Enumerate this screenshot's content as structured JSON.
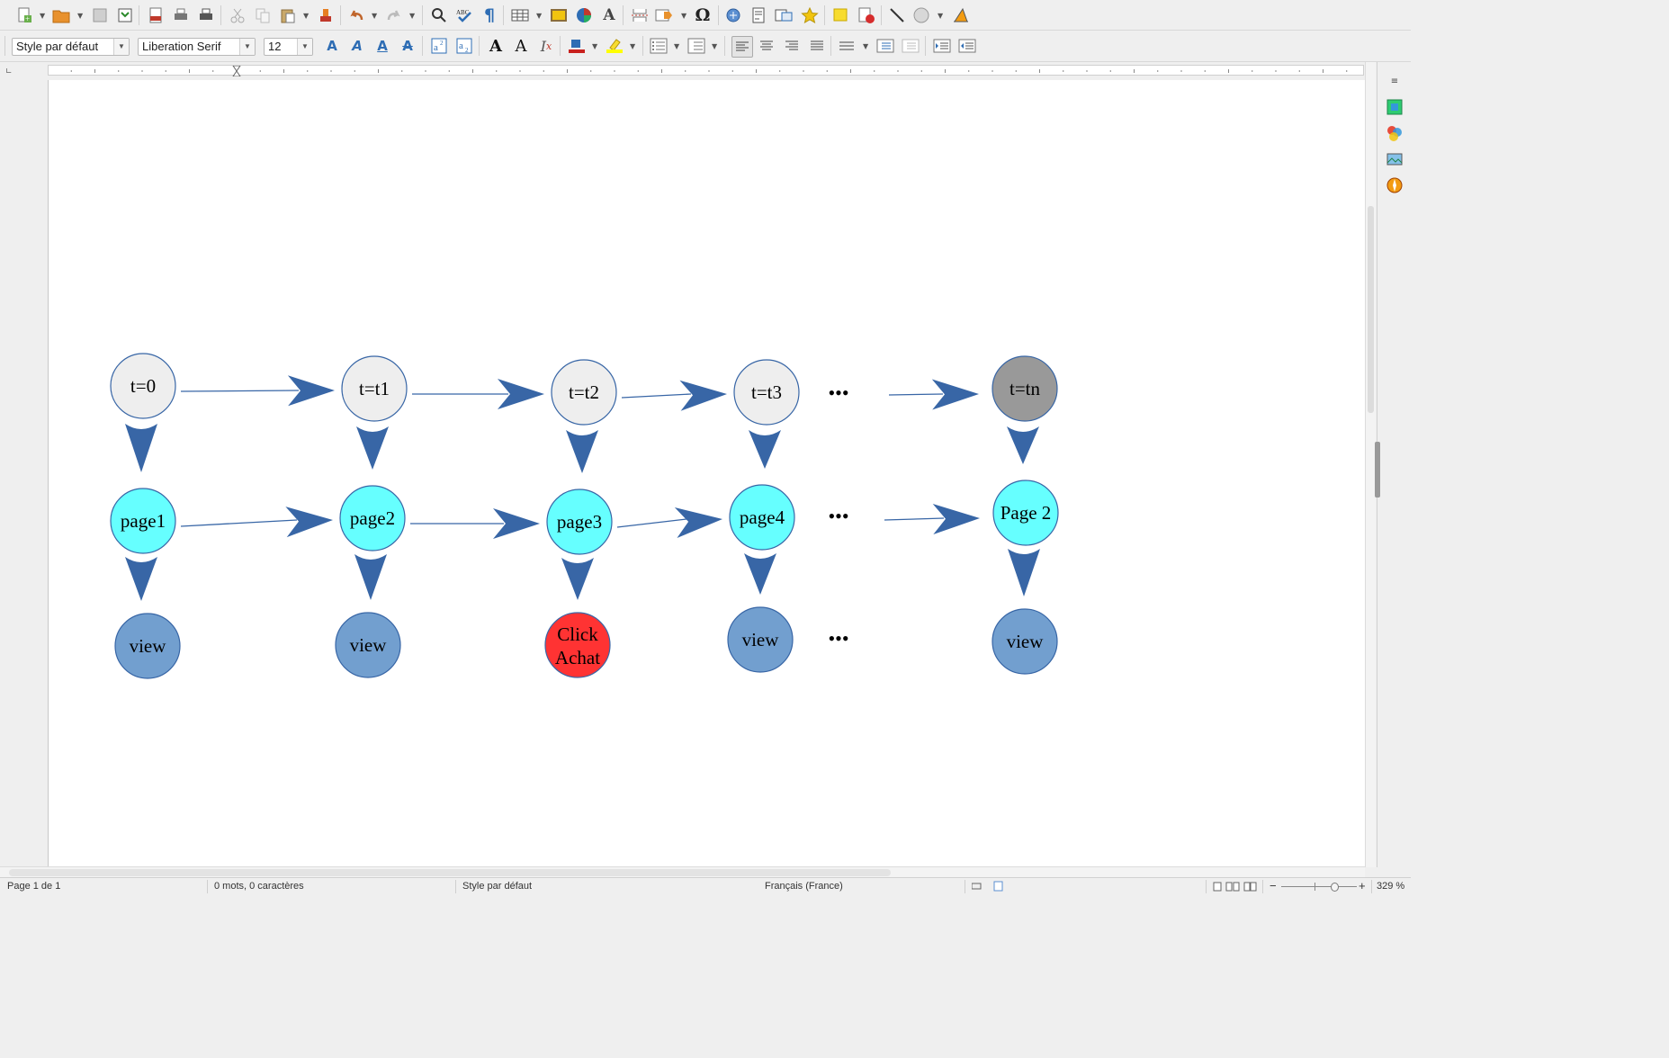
{
  "colors": {
    "arrow": "#3866a6",
    "time_node": "#eeeeee",
    "time_node_last": "#999999",
    "page_node": "#66ffff",
    "view_node": "#729fcf",
    "click_node": "#ff3333",
    "node_stroke": "#3866a6"
  },
  "toolbar": {
    "icons_row1": [
      "new-document-icon",
      "open-folder-icon",
      "save-icon",
      "save-remote-icon",
      "export-pdf-icon",
      "print-icon",
      "print-preview-icon",
      "cut-icon",
      "copy-icon",
      "paste-icon",
      "clone-formatting-icon",
      "undo-icon",
      "redo-icon",
      "find-replace-icon",
      "spellcheck-icon",
      "formatting-marks-icon",
      "insert-table-icon",
      "insert-image-icon",
      "insert-chart-icon",
      "insert-textbox-icon",
      "page-break-icon",
      "insert-field-icon",
      "special-character-icon",
      "hyperlink-icon",
      "footnote-icon",
      "cross-reference-icon",
      "bookmark-icon",
      "comment-icon",
      "track-changes-icon",
      "line-icon",
      "basic-shapes-icon",
      "draw-functions-icon"
    ],
    "style_value": "Style par défaut",
    "font_value": "Liberation Serif",
    "size_value": "12",
    "special_char_glyph": "Ω"
  },
  "diagram": {
    "time_row": [
      {
        "label": "t=0"
      },
      {
        "label": "t=t1"
      },
      {
        "label": "t=t2"
      },
      {
        "label": "t=t3"
      },
      {
        "label": "t=tn"
      }
    ],
    "page_row": [
      {
        "label": "page1"
      },
      {
        "label": "page2"
      },
      {
        "label": "page3"
      },
      {
        "label": "page4"
      },
      {
        "label": "Page 2"
      }
    ],
    "action_row": [
      {
        "label": "view"
      },
      {
        "label": "view"
      },
      {
        "label": "Click Achat",
        "line1": "Click",
        "line2": "Achat"
      },
      {
        "label": "view"
      },
      {
        "label": "view"
      }
    ],
    "ellipsis": "•••"
  },
  "status": {
    "page": "Page 1 de 1",
    "words": "0 mots, 0 caractères",
    "style": "Style par défaut",
    "language": "Français (France)",
    "zoom": "329 %"
  }
}
